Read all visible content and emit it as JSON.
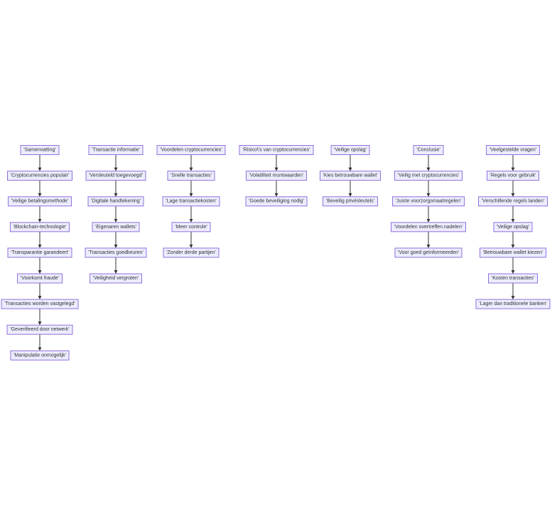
{
  "columns": [
    {
      "id": "col-1",
      "nodes": [
        "'Samenvatting'",
        "'Cryptocurrencies populair'",
        "'Veilige betalingsmethode'",
        "'Blockchain-technologie'",
        "'Transparantie garandeert'",
        "'Voorkomt fraude'",
        "'Transacties worden vastgelegd'",
        "'Geverifieerd door netwerk'",
        "'Manipulatie onmogelijk'"
      ]
    },
    {
      "id": "col-2",
      "nodes": [
        "'Transactie informatie'",
        "'Versleuteld toegevoegd'",
        "'Digitale handtekening'",
        "'Eigenaren wallets'",
        "'Transacties goedkeuren'",
        "'Veiligheid vergroten'"
      ]
    },
    {
      "id": "col-3",
      "nodes": [
        "'Voordelen cryptocurrencies'",
        "'Snelle transacties'",
        "'Lage transactiekosten'",
        "'Meer controle'",
        "'Zonder derde partijen'"
      ]
    },
    {
      "id": "col-4",
      "nodes": [
        "'Risico\\'s van cryptocurrencies'",
        "'Volatiliteit muntwaarden'",
        "'Goede beveiliging nodig'"
      ]
    },
    {
      "id": "col-5",
      "nodes": [
        "'Veilige opslag'",
        "'Kies betrouwbare wallet'",
        "'Beveilig privésleutels'"
      ]
    },
    {
      "id": "col-6",
      "nodes": [
        "'Conclusie'",
        "'Veilig met cryptocurrencies'",
        "'Juiste voorzorgsmaatregelen'",
        "'Voordelen overtreffen nadelen'",
        "'Voor goed geïnformeerden'"
      ]
    },
    {
      "id": "col-7",
      "nodes": [
        "'Veelgestelde vragen'",
        "'Regels voor gebruik'",
        "'Verschillende regels landen'",
        "'Veilige opslag'",
        "'Betrouwbare wallet kiezen'",
        "'Kosten transacties'",
        "'Lager dan traditionele banken'"
      ]
    }
  ],
  "colors": {
    "node_fill": "#ececff",
    "node_stroke": "#9370db",
    "edge": "#333333",
    "text": "#333333"
  }
}
